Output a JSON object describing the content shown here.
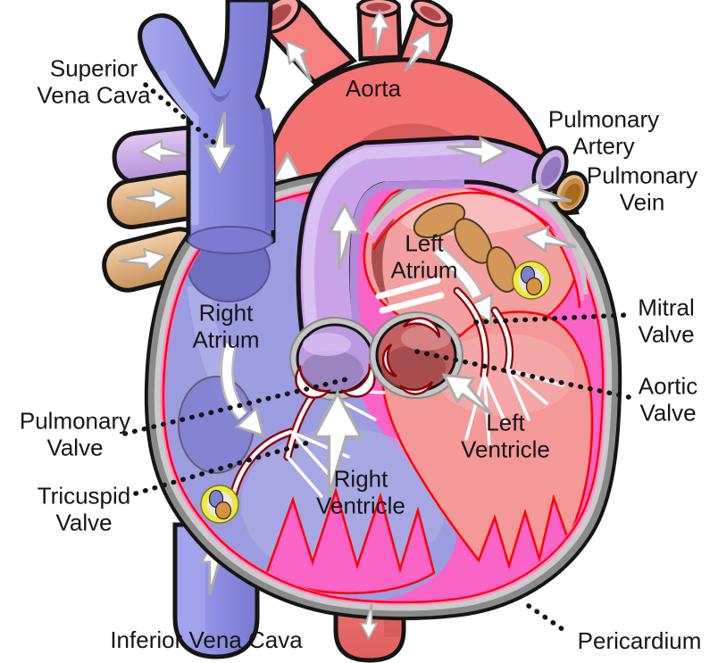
{
  "diagram": {
    "title": "Human heart anatomy diagram (anterior cutaway view)",
    "background_color": "#FFFFFF",
    "labels": {
      "superior_vena_cava": "Superior\nVena Cava",
      "aorta": "Aorta",
      "pulmonary_artery": "Pulmonary\nArtery",
      "pulmonary_vein": "Pulmonary\nVein",
      "left_atrium": "Left\nAtrium",
      "mitral_valve": "Mitral\nValve",
      "right_atrium": "Right\nAtrium",
      "aortic_valve": "Aortic\nValve",
      "pulmonary_valve": "Pulmonary\nValve",
      "left_ventricle": "Left\nVentricle",
      "tricuspid_valve": "Tricuspid\nValve",
      "right_ventricle": "Right\nVentricle",
      "inferior_vena_cava": "Inferior Vena Cava",
      "pericardium": "Pericardium"
    },
    "colors": {
      "vena_cava_blue": "#8B8BE2",
      "aorta_red": "#F47272",
      "pulmonary_artery_purple": "#C9A3E8",
      "pulmonary_vein_tan": "#E8BB90",
      "myocardium_pink": "#FA64C6",
      "pericardium_outer_gray": "#8A8A8A",
      "pericardium_inner_gray": "#CBCBCB",
      "right_chamber_blue": "#9C9CE0",
      "left_chamber_salmon": "#F49898",
      "left_atrium_salmon": "#F5A0A0",
      "valve_marker_yellow": "#EFE93C",
      "flow_arrow_white": "#FFFFFF",
      "endocardium_red_line": "#FF0000",
      "leader_dotted_black": "#151515"
    },
    "flow_arrows": [
      "superior-vena-cava-down",
      "left-pulmonary-artery-out",
      "left-pulmonary-vein-in-upper",
      "left-pulmonary-vein-in-lower",
      "aorta-branch-1-up",
      "aorta-branch-2-up",
      "aorta-branch-3-up",
      "ascending-aorta-up",
      "pulmonary-trunk-up",
      "pulmonary-artery-right",
      "right-pulmonary-vein-in-upper",
      "right-pulmonary-vein-in-lower",
      "right-atrium-inflow",
      "left-atrium-inflow",
      "left-ventricle-outflow",
      "right-ventricle-outflow",
      "inferior-vena-cava-up",
      "descending-aorta-down"
    ]
  }
}
